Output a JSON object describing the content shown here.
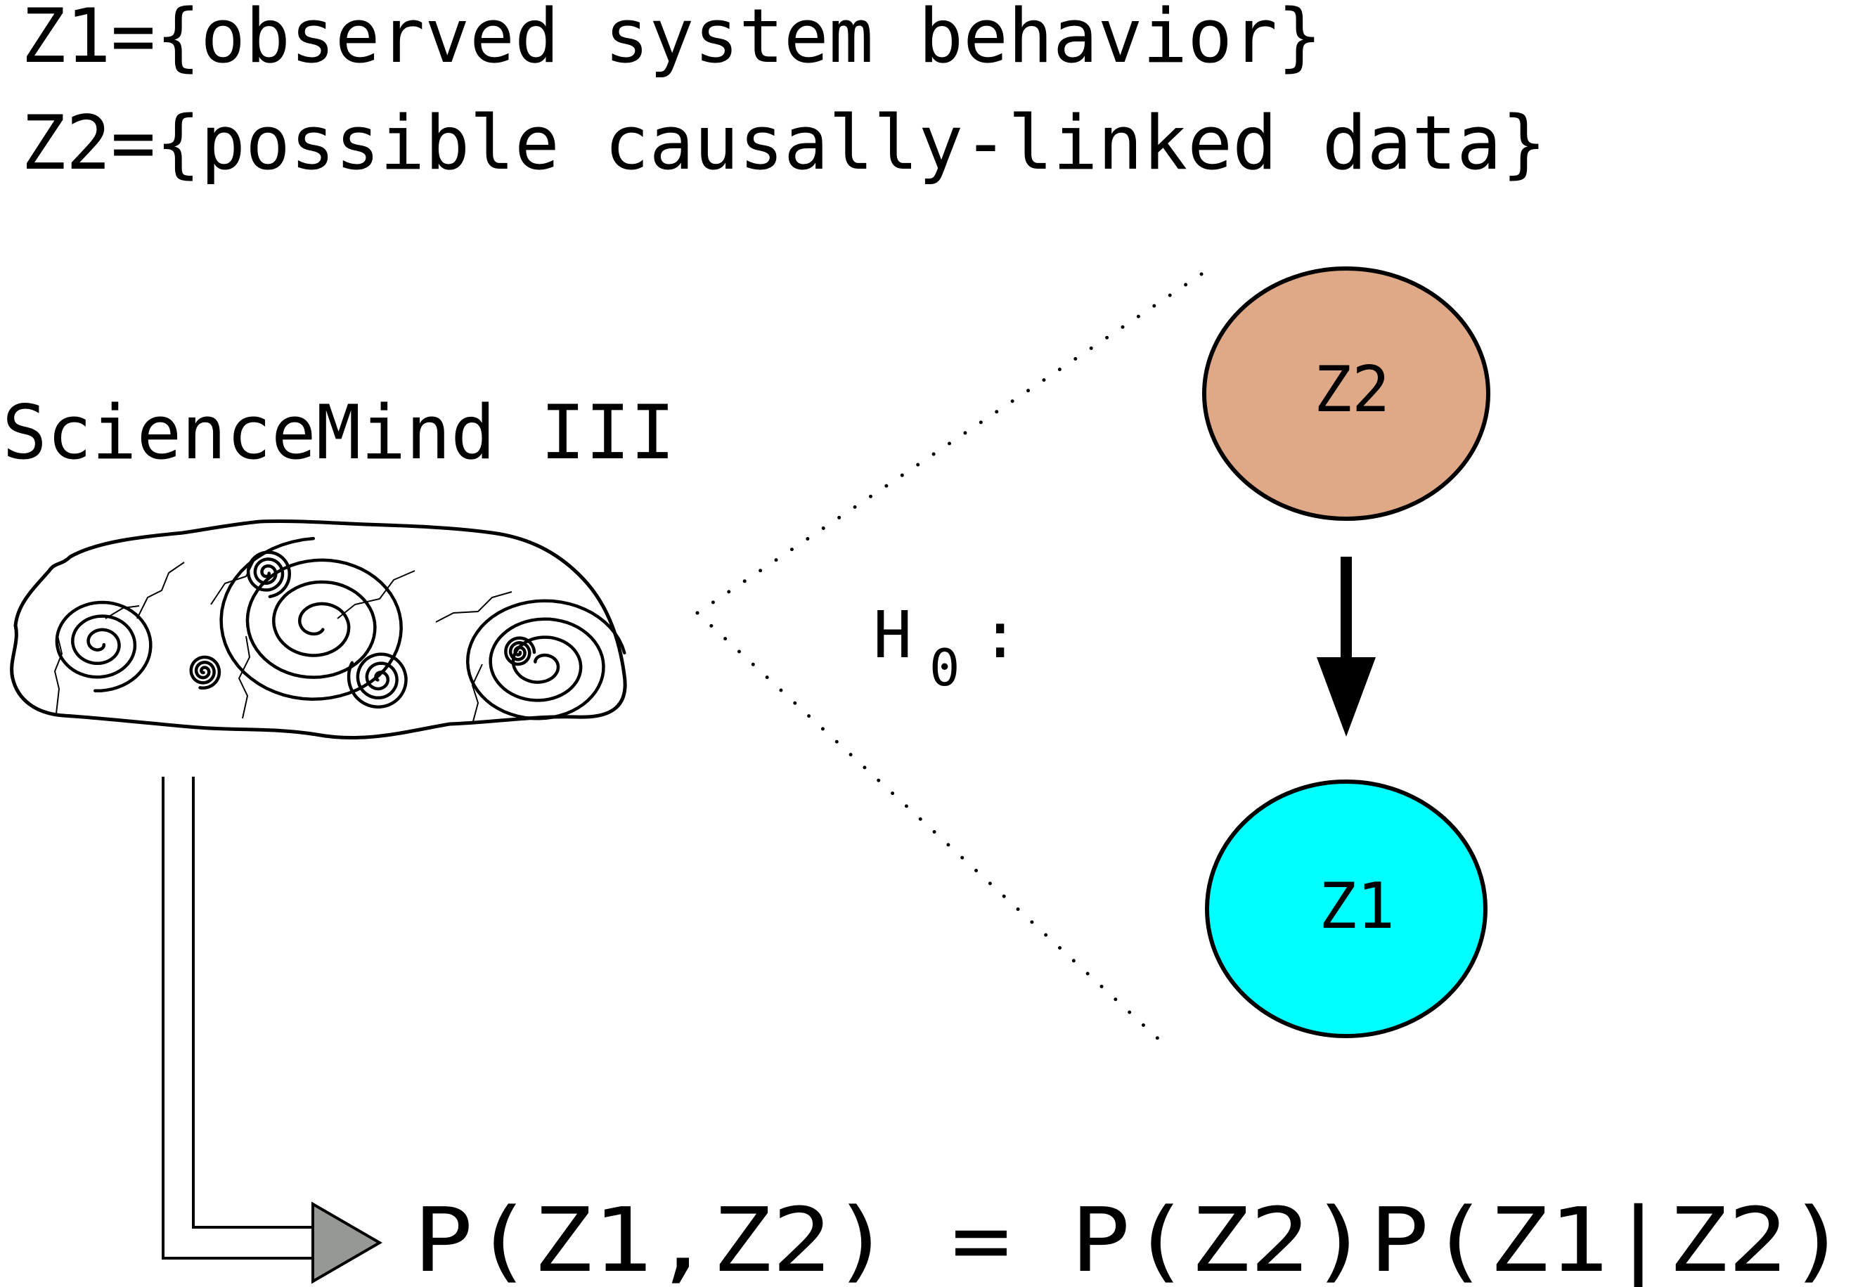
{
  "definitions": {
    "z1_line": "Z1={observed system behavior}",
    "z2_line": "Z2={possible causally-linked data}"
  },
  "brain": {
    "label": "ScienceMind III"
  },
  "hypothesis": {
    "label": "H",
    "subscript": "0",
    "suffix": ":"
  },
  "nodes": {
    "z2": {
      "label": "Z2",
      "fill": "#dfa988"
    },
    "z1": {
      "label": "Z1",
      "fill": "#00ffff"
    }
  },
  "equation": {
    "text": "P(Z1,Z2) = P(Z2)P(Z1|Z2)"
  },
  "colors": {
    "output_arrowhead": "#969893",
    "stroke": "#000000"
  }
}
